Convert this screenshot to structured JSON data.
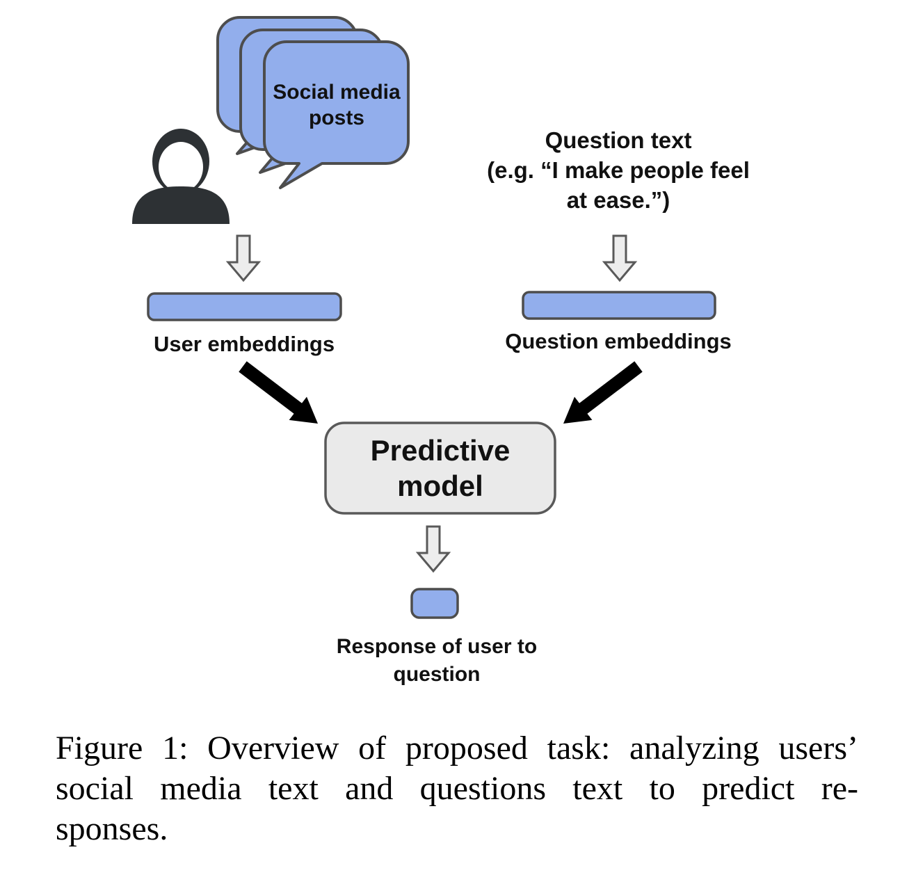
{
  "figure": {
    "icons": {
      "user_icon": "person-silhouette",
      "posts_icon": "stacked-speech-bubbles",
      "flow_down_icon": "gray-down-block-arrow",
      "input_arrow_icon": "black-diagonal-arrow"
    },
    "bubble_label": "Social media posts",
    "question_text_lines": [
      "Question text",
      "(e.g. “I make people feel",
      "at ease.”)"
    ],
    "user_embeddings_label": "User embeddings",
    "question_embeddings_label": "Question embeddings",
    "model_label": "Predictive model",
    "response_label": "Response of user to question"
  },
  "caption": {
    "lines": [
      "Figure 1: Overview of proposed task: analyzing users’",
      "social media text and questions text to predict re-",
      "sponses."
    ]
  },
  "colors": {
    "bubble_blue": "#92aeec",
    "bar_blue": "#92aeec",
    "box_gray": "#eaeaea",
    "arrow_gray": "#ededed",
    "outline_dark": "#4d4d4d",
    "black": "#000000",
    "person_dark": "#2d3134",
    "white": "#ffffff",
    "text_black": "#111111"
  }
}
